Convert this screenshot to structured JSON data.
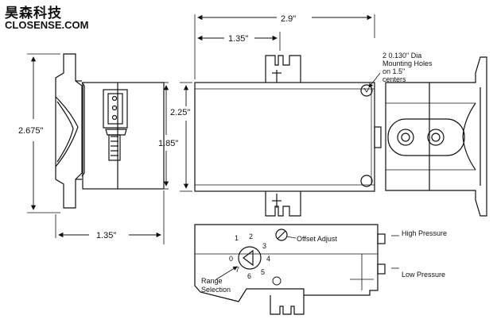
{
  "brand": {
    "chinese_name": "昊森科技",
    "website": "CLOSENSE.COM"
  },
  "dimensions": {
    "overall_width": "2.9\"",
    "inner_width": "1.35\"",
    "left_height": "2.675\"",
    "center_height": "2.25\"",
    "inner_height": "1.85\"",
    "bottom_width": "1.35\""
  },
  "mounting_note": [
    "2 0.130\" Dia",
    "Mounting Holes",
    "on 1.5\"",
    "centers"
  ],
  "callouts": {
    "offset_adjust": "Offset Adjust",
    "high_pressure": "High Pressure",
    "low_pressure": "Low Pressure",
    "range_selection": [
      "Range",
      "Selection"
    ]
  },
  "dial": {
    "numbers": [
      "1",
      "2",
      "3",
      "4",
      "5",
      "6",
      "7",
      "0"
    ]
  }
}
